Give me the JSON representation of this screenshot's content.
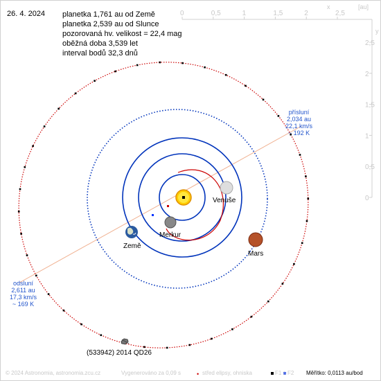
{
  "date": "26. 4. 2024",
  "info": [
    "planetka 1,761 au od Země",
    "planetka 2,539 au od Slunce",
    "pozorovaná hv. velikost = 22,4 mag",
    "oběžná doba 3,539 let",
    "interval bodů 32,3 dnů"
  ],
  "axis": {
    "unit": "[au]",
    "x_label": "x",
    "y_label": "y",
    "x_ticks": [
      "0",
      "0,5",
      "1",
      "1,5",
      "2",
      "2,5"
    ],
    "y_ticks": [
      "2,5",
      "2",
      "1,5",
      "1",
      "0,5",
      "0"
    ]
  },
  "perihelion": {
    "title": "přísluní",
    "distance": "2,034 au",
    "speed": "22,1 km/s",
    "temp": "~ 192 K"
  },
  "aphelion": {
    "title": "odsluní",
    "distance": "2,611 au",
    "speed": "17,3 km/s",
    "temp": "~ 169 K"
  },
  "bodies": {
    "venus": "Venuše",
    "mercury": "Merkur",
    "earth": "Země",
    "mars": "Mars",
    "asteroid": "(533942) 2014 QD26"
  },
  "footer": {
    "copyright": "© 2024 Astronomia, astronomia.zcu.cz",
    "generated": "Vygenerováno za 0,09 s",
    "ellipse_center": "střed elipsy, ohniska",
    "f1": "F1 a",
    "f2": "F2",
    "scale": "Měřítko: 0,0113 au/bod"
  },
  "colors": {
    "asteroid_orbit": "#cc0000",
    "planet_orbit": "#0033bb",
    "apsis_line": "#f0b090",
    "label_blue": "#2255cc"
  }
}
